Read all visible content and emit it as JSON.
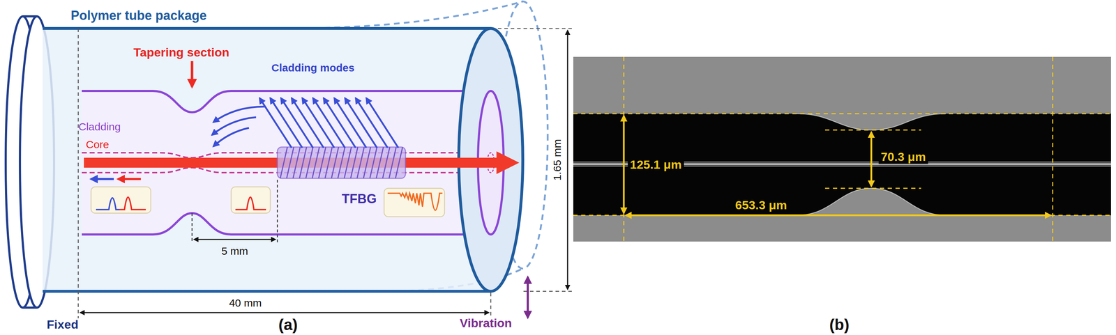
{
  "diagram": {
    "labels": [
      "Polymer tube package",
      "Tapering section",
      "Cladding modes",
      "Cladding",
      "Core",
      "TFBG",
      "5 mm",
      "40 mm",
      "1.65 mm",
      "Fixed",
      "Vibration",
      "(a)",
      "125.1 μm",
      "70.3 μm",
      "653.3 μm",
      "(b)"
    ]
  }
}
